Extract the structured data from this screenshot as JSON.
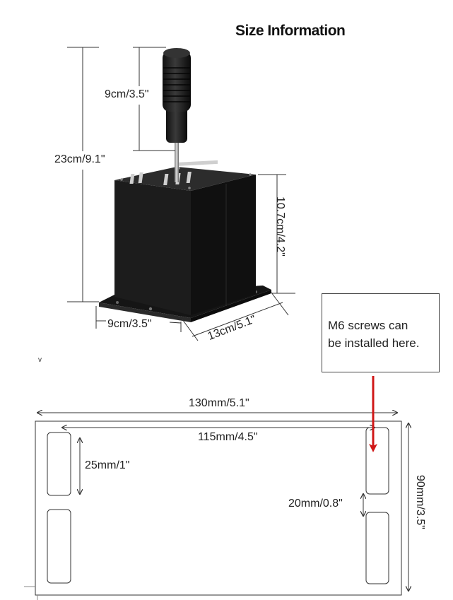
{
  "title": "Size Information",
  "product_dimensions": {
    "knob_height": "9cm/3.5\"",
    "total_height": "23cm/9.1\"",
    "box_height": "10.7cm/4.2\"",
    "base_width": "9cm/3.5\"",
    "base_depth": "13cm/5.1\""
  },
  "note": {
    "line1": "M6 screws can",
    "line2": "be installed here."
  },
  "stray_mark": "v",
  "plate_dimensions": {
    "width": "130mm/5.1\"",
    "hole_spacing": "115mm/4.5\"",
    "slot_length": "25mm/1\"",
    "slot_gap": "20mm/0.8\"",
    "height": "90mm/3.5\""
  },
  "colors": {
    "arrow": "#d01818",
    "line": "#333333",
    "box_body": "#1c1c1c",
    "box_top": "#2c2c2c"
  }
}
